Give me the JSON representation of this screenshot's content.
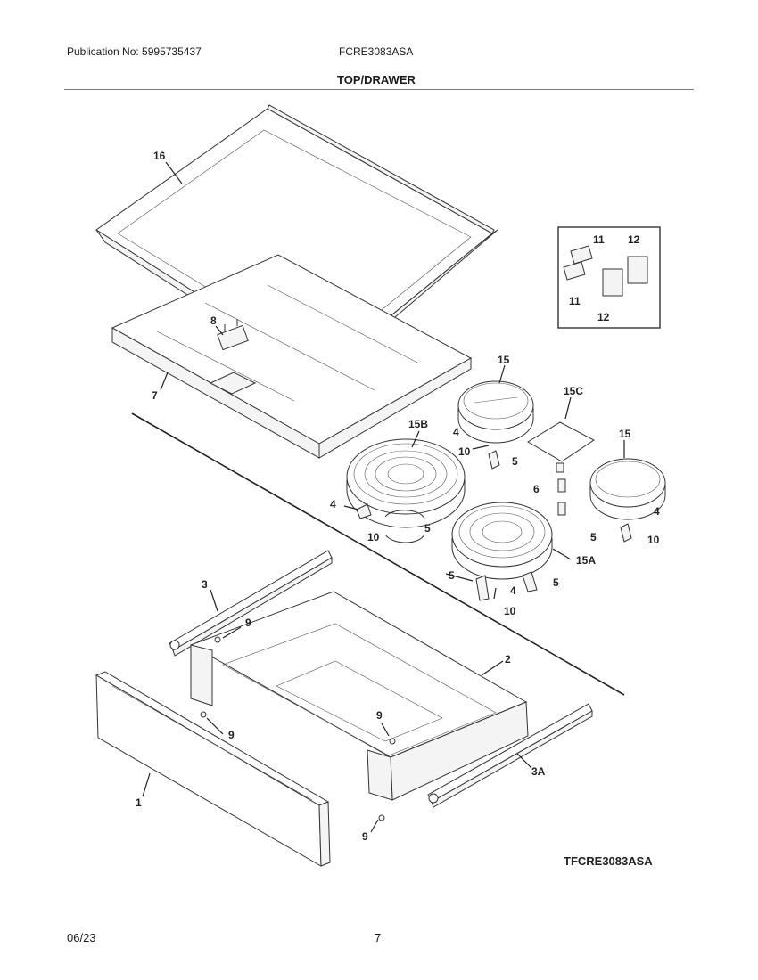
{
  "header": {
    "publication": "Publication No: 5995735437",
    "model": "FCRE3083ASA",
    "section_title": "TOP/DRAWER"
  },
  "footer": {
    "date": "06/23",
    "page": "7"
  },
  "diagram": {
    "figure_code": "TFCRE3083ASA",
    "callouts": {
      "c16": "16",
      "c8": "8",
      "c7": "7",
      "c11a": "11",
      "c12a": "12",
      "c11b": "11",
      "c12b": "12",
      "c15a": "15",
      "c15c": "15C",
      "c15b_lbl": "15B",
      "c15r": "15",
      "c4a": "4",
      "c10a": "10",
      "c5a": "5",
      "c6": "6",
      "c4b": "4",
      "c5b": "5",
      "c10b": "10",
      "c4c": "4",
      "c10c": "10",
      "c5c": "5",
      "c15A": "15A",
      "c5d": "5",
      "c4d": "4",
      "c10d": "10",
      "c5e": "5",
      "c3": "3",
      "c9a": "9",
      "c2": "2",
      "c9b": "9",
      "c9c": "9",
      "c1": "1",
      "c3A": "3A",
      "c9d": "9"
    }
  }
}
